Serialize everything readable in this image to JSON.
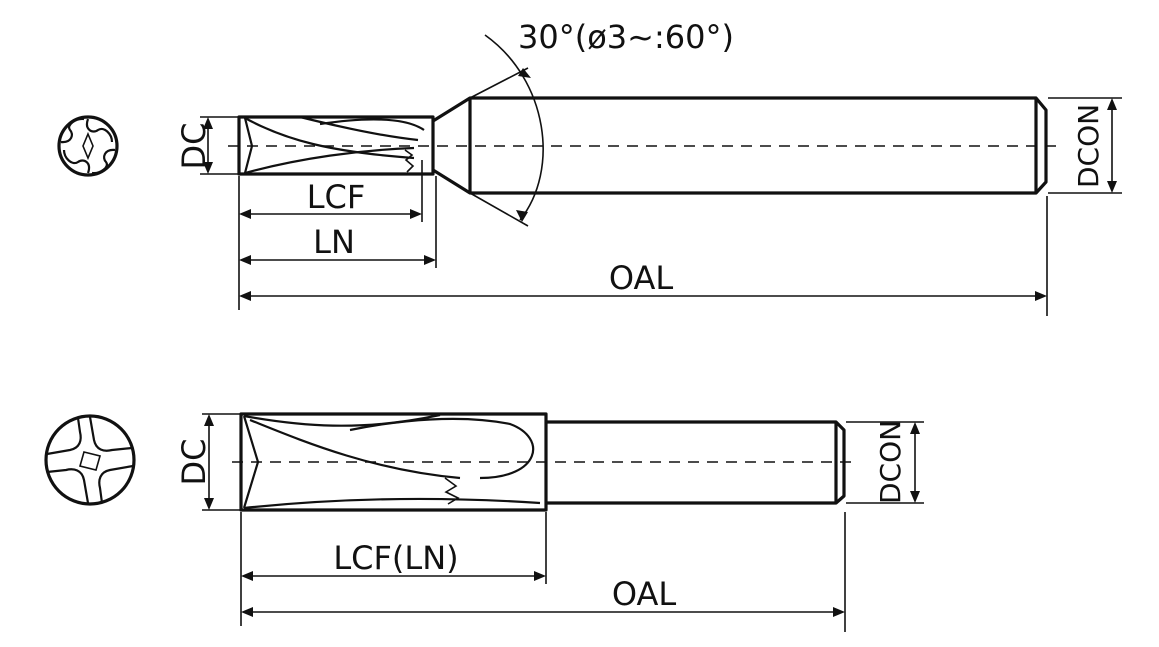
{
  "top_view": {
    "angle_label": "30°(ø3~:60°)",
    "dc_label": "DC",
    "lcf_label": "LCF",
    "ln_label": "LN",
    "oal_label": "OAL",
    "dcon_label": "DCON"
  },
  "bottom_view": {
    "dc_label": "DC",
    "lcf_label": "LCF(LN)",
    "oal_label": "OAL",
    "dcon_label": "DCON"
  },
  "colors": {
    "line": "#111111",
    "background": "#ffffff"
  }
}
